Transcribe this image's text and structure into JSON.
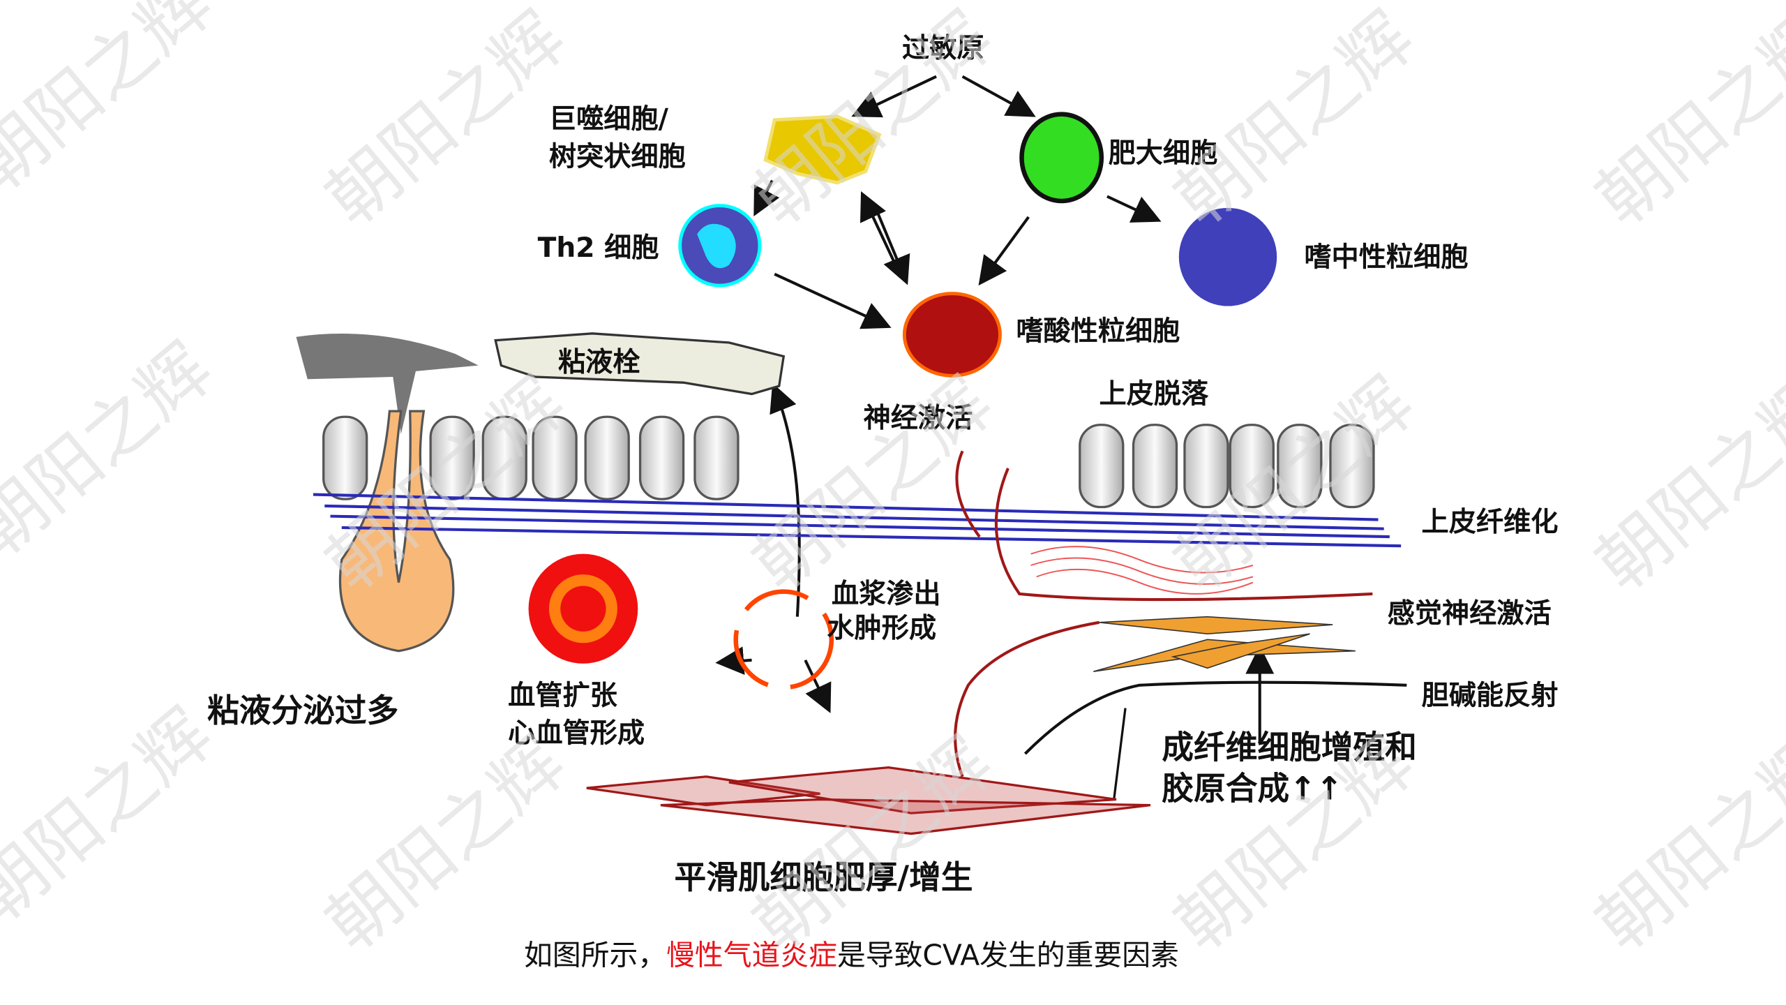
{
  "labels": {
    "allergen": "过敏原",
    "macrophage_line1": "巨噬细胞/",
    "macrophage_line2": "树突状细胞",
    "mast_cell": "肥大细胞",
    "th2": "Th2 细胞",
    "neutrophil": "嗜中性粒细胞",
    "eosinophil": "嗜酸性粒细胞",
    "mucus_plug": "粘液栓",
    "nerve_activation": "神经激活",
    "epithelial_shedding": "上皮脱落",
    "epithelial_fibrosis": "上皮纤维化",
    "plasma_line1": "血浆渗出",
    "plasma_line2": "水肿形成",
    "sensory_nerve": "感觉神经激活",
    "mucus_hypersecretion": "粘液分泌过多",
    "vaso_line1": "血管扩张",
    "vaso_line2": "心血管形成",
    "cholinergic": "胆碱能反射",
    "fibro_line1": "成纤维细胞增殖和",
    "fibro_line2": "胶原合成↑↑",
    "smooth_muscle": "平滑肌细胞肥厚/增生"
  },
  "caption": {
    "prefix": "如图所示，",
    "highlight": "慢性气道炎症",
    "suffix": "是导致CVA发生的重要因素"
  },
  "watermark": "朝阳之辉",
  "colors": {
    "highlight": "#e8141b",
    "membrane": "#2a2ab8",
    "nerve": "#a01818"
  }
}
